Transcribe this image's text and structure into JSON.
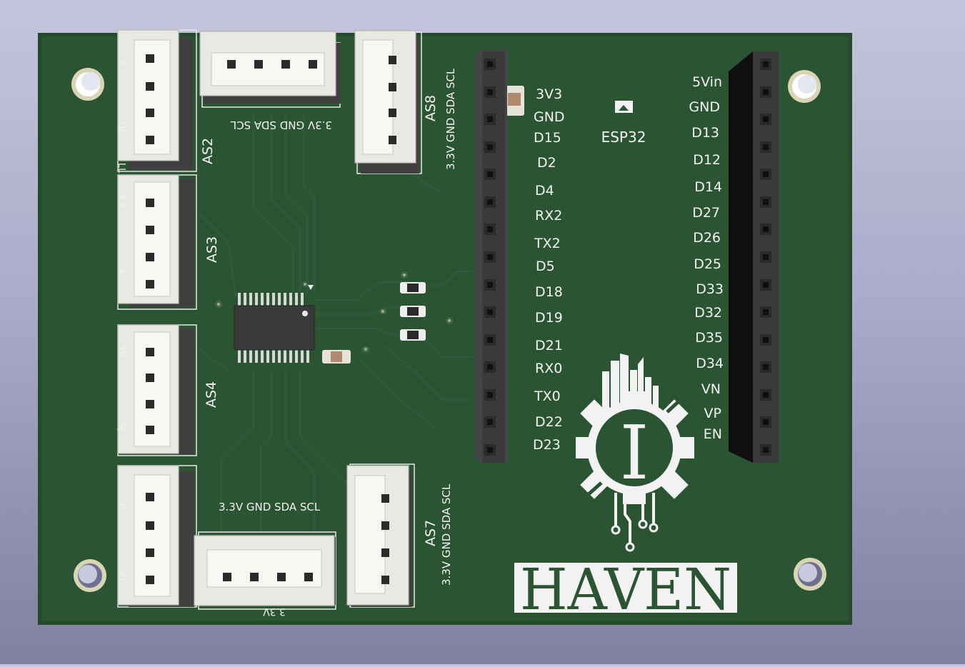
{
  "board": {
    "title": "HAVEN",
    "module_label": "ESP32",
    "logo_letter": "I",
    "colors": {
      "background": "#b8b9d3",
      "pcb": "#2b5433",
      "pcb_edge": "#234a2b",
      "silkscreen": "#f2f2f2",
      "header": "#3a3a3a",
      "pad": "#c7c08e"
    }
  },
  "left_header_labels": [
    "3V3",
    "GND",
    "D15",
    "D2",
    "D4",
    "RX2",
    "TX2",
    "D5",
    "D18",
    "D19",
    "D21",
    "RX0",
    "TX0",
    "D22",
    "D23"
  ],
  "right_header_labels": [
    "5Vin",
    "GND",
    "D13",
    "D12",
    "D14",
    "D27",
    "D26",
    "D25",
    "D33",
    "D32",
    "D35",
    "D34",
    "VN",
    "VP",
    "EN"
  ],
  "connectors": {
    "as2": "AS2",
    "as3": "AS3",
    "as4": "AS4",
    "as7": "AS7",
    "as8": "AS8",
    "top_pinout": "3.3V GND SDA SCL",
    "bottom_pinout": "3.3V GND SDA SCL",
    "as8_pinout": "3.3V GND SDA SCL",
    "as7_pinout": "3.3V GND SDA SCL"
  },
  "left_edge_fragments": [
    "3",
    "D/",
    "LL",
    "3.3",
    "A",
    "5V",
    "S(",
    "C",
    "CI"
  ],
  "bottom_fragment": "3.3V"
}
